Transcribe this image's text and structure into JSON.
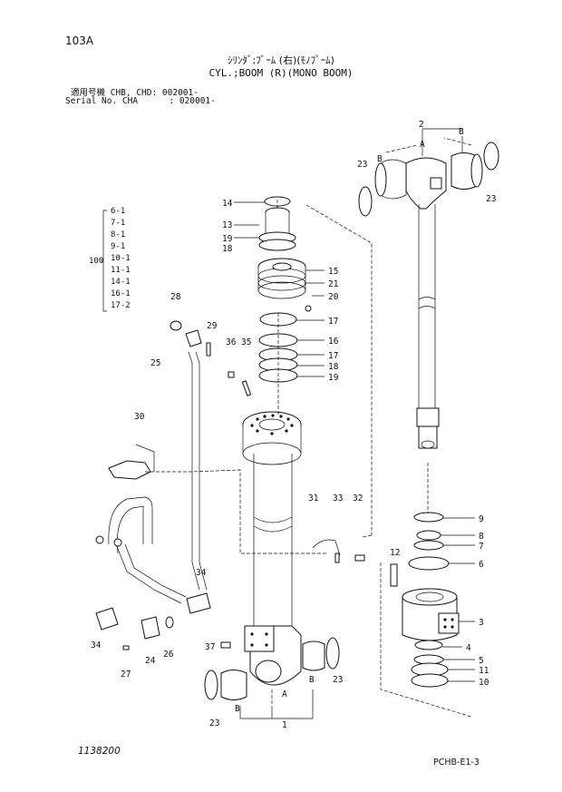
{
  "header": {
    "page_no": "103A",
    "title_jp": "ｼﾘﾝﾀﾞ;ﾌﾞｰﾑ (右)(ﾓﾉﾌﾞｰﾑ)",
    "title_en": "CYL.;BOOM (R)(MONO BOOM)",
    "serial_line1": "適用号機 CHB, CHD: 002001-",
    "serial_line2": "Serial No. CHA      : 020001-"
  },
  "kit": {
    "label": "100",
    "items": [
      "6-1",
      "7-1",
      "8-1",
      "9-1",
      "10-1",
      "11-1",
      "14-1",
      "16-1",
      "17-2"
    ]
  },
  "callouts": {
    "c1": "1",
    "c2": "2",
    "c3": "3",
    "c4": "4",
    "c5": "5",
    "c6": "6",
    "c7": "7",
    "c8": "8",
    "c9": "9",
    "c10": "10",
    "c11": "11",
    "c12": "12",
    "c13": "13",
    "c14": "14",
    "c15": "15",
    "c16": "16",
    "c17a": "17",
    "c17b": "17",
    "c18a": "18",
    "c18b": "18",
    "c19a": "19",
    "c19b": "19",
    "c20": "20",
    "c21": "21",
    "c23a": "23",
    "c23b": "23",
    "c23c": "23",
    "c23d": "23",
    "c24": "24",
    "c25": "25",
    "c26": "26",
    "c27": "27",
    "c28": "28",
    "c29": "29",
    "c30": "30",
    "c31": "31",
    "c32": "32",
    "c33": "33",
    "c34a": "34",
    "c34b": "34",
    "c35": "35",
    "c36": "36",
    "c37": "37",
    "A1": "A",
    "A2": "A",
    "B1": "B",
    "B2": "B",
    "B3": "B",
    "B4": "B"
  },
  "footer": {
    "drawing_no": "1138200",
    "sheet_id": "PCHB-E1-3"
  }
}
